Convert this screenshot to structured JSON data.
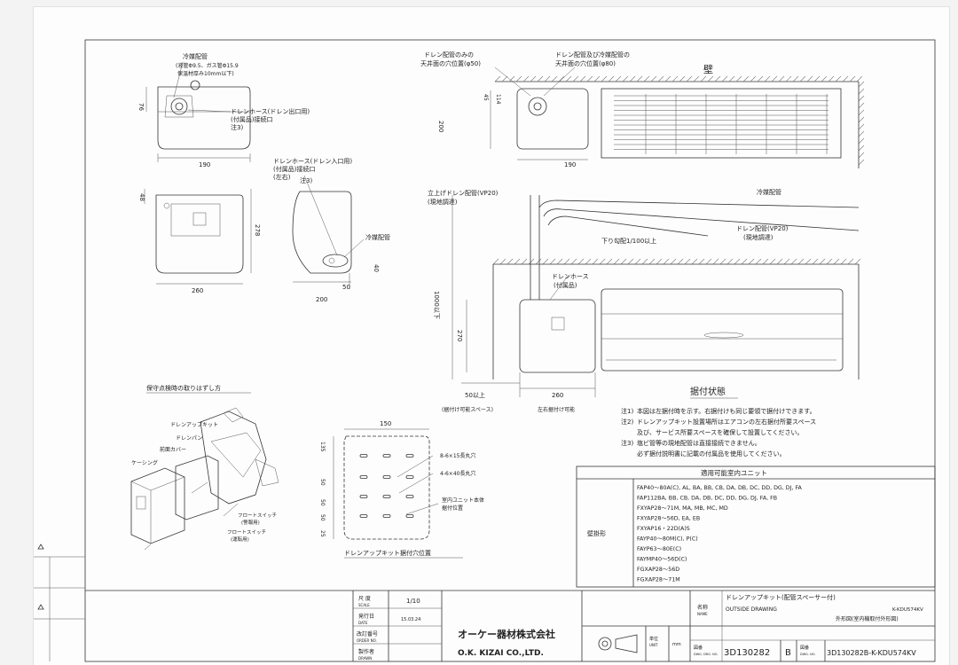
{
  "top_left_view": {
    "refrigerant_pipe_label": "冷媒配管",
    "refrigerant_pipe_spec": "(液管Φ9.5、ガス管Φ15.9",
    "insulation_spec": "保温材厚み10mm以下)",
    "drain_hose_outlet_1": "ドレンホース(ドレン出口用)",
    "drain_hose_outlet_2": "(付属品)接続口",
    "drain_hose_outlet_3": "注3)",
    "dim_76": "76",
    "dim_190": "190"
  },
  "front_side_view": {
    "dim_48": "48",
    "dim_278": "278",
    "dim_260": "260",
    "drain_hose_inlet_1": "ドレンホース(ドレン入口用)",
    "drain_hose_inlet_2": "(付属品)接続口",
    "drain_hose_inlet_3": "(左右)",
    "drain_hose_inlet_4": "注3)",
    "refrigerant_pipe_label": "冷媒配管",
    "dim_40": "40",
    "dim_50": "50",
    "dim_200": "200"
  },
  "ceiling_view": {
    "drain_only_hole_1": "ドレン配管のみの",
    "drain_only_hole_2": "天井面の穴位置(φ50)",
    "drain_ref_hole_1": "ドレン配管及び冷媒配管の",
    "drain_ref_hole_2": "天井面の穴位置(φ80)",
    "wall_label": "壁",
    "dim_45": "45",
    "dim_114": "114",
    "dim_200": "200",
    "dim_190": "190"
  },
  "install_view": {
    "riser_drain": "立上げドレン配管(VP20)",
    "local_prep": "(現地調達)",
    "refrigerant_pipe": "冷媒配管",
    "drain_pipe": "ドレン配管(VP20)",
    "drain_local_prep": "(現地調達)",
    "slope": "下り勾配1/100以上",
    "drain_hose": "ドレンホース",
    "drain_hose_accessory": "(付属品)",
    "dim_1000": "1000以下",
    "dim_270": "270",
    "dim_50": "50以上",
    "dim_260": "260",
    "space_label": "(据付け可能スペース)",
    "lr_install": "左右据付け可能",
    "title": "据付状態"
  },
  "maintenance_section": {
    "title": "保守点検時の取りはずし方",
    "drain_kit": "ドレンアップキット",
    "drain_pan": "ドレンパン",
    "cover": "前面カバー",
    "casing": "ケーシング",
    "float_switch_1": "フロートスイッチ",
    "float_switch_1_sub": "(警報用)",
    "float_switch_2": "フロートスイッチ",
    "float_switch_2_sub": "(運転用)"
  },
  "hole_section": {
    "dim_150": "150",
    "dim_135": "135",
    "dim_50a": "50",
    "dim_50b": "50",
    "dim_50c": "50",
    "dim_25": "25",
    "hole_spec_1": "8-6×15長丸穴",
    "hole_spec_2": "4-6×40長丸穴",
    "mount_1": "室内ユニット本体",
    "mount_2": "据付位置",
    "title": "ドレンアップキット据付穴位置"
  },
  "notes": [
    {
      "label": "注1)",
      "text": "本図は左据付時を示す。右据付けも同じ要領で据付けできます。"
    },
    {
      "label": "注2)",
      "text": "ドレンアップキット設置場所はエアコンの左右据付所要スペース"
    },
    {
      "label": "",
      "text": "及び、サービス所要スペースを確保して設置してください。"
    },
    {
      "label": "注3)",
      "text": "塩ビ管等の現地配管は直接接続できません。"
    },
    {
      "label": "",
      "text": "必ず据付説明書に記載の付属品を使用してください。"
    }
  ],
  "applicable_table": {
    "header": "適用可能室内ユニット",
    "row_label": "壁掛形",
    "models": [
      "FAP40〜80A(C), AL, BA, BB, CB, DA, DB, DC, DD, DG, DJ, FA",
      "FAP112BA, BB, CB, DA, DB, DC, DD, DG, DJ, FA, FB",
      "FXYAP28〜71M, MA, MB, MC, MD",
      "FXYAP28〜56D, EA, EB",
      "FXYAP16・22D(A)S",
      "FAYP40〜80M(C), P(C)",
      "FAYP63〜80E(C)",
      "FAYMP40〜56D(C)",
      "FGXAP28〜56D",
      "FGXAP28〜71M"
    ]
  },
  "title_block": {
    "scale_label": "尺 度",
    "scale_sub": "SCALE",
    "scale_value": "1/10",
    "issue_label": "発行日",
    "issue_sub": "DATE",
    "issue_value": "15.03.24",
    "mod_label": "改訂番号",
    "mod_sub": "ORDER NO.",
    "dwg_label": "製作者",
    "dwg_sub": "DRAWN",
    "company_jp": "オーケー器材株式会社",
    "company_en": "O.K. KIZAI CO.,LTD.",
    "unit_label": "単位",
    "unit_sub": "UNIT",
    "unit_value": "mm",
    "name_label": "名称",
    "name_sub": "NAME",
    "product_name": "ドレンアップキット(配管スペーサー付)",
    "model_code": "K-KDU574KV",
    "drawing_type_en": "OUTSIDE DRAWING",
    "drawing_type_jp": "外形図(室内機取付外形図)",
    "dwg_no_label": "図番",
    "dwg_no_sub": "DWG. DRG. NO.",
    "drawing_number": "3D130282",
    "revision": "B",
    "rev_label": "図番",
    "rev_sub": "DWG. NO.",
    "full_number": "3D130282B-K-KDU574KV"
  }
}
